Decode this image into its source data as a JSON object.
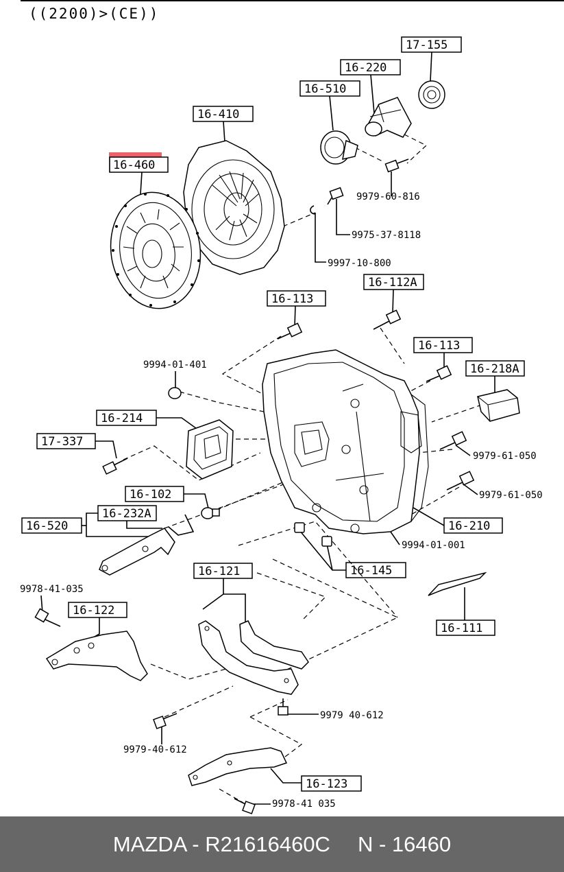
{
  "header": {
    "code": "((2200)>(CE))"
  },
  "highlight_color": "#e8474e",
  "labels": {
    "l17_155": "17-155",
    "l16_220": "16-220",
    "l16_510": "16-510",
    "l16_410": "16-410",
    "l16_460": "16-460",
    "n9979_60_816": "9979-60-816",
    "n9975_37_8118": "9975-37-8118",
    "n9997_10_800": "9997-10-800",
    "l16_112A": "16-112A",
    "l16_113a": "16-113",
    "l16_113b": "16-113",
    "n9994_01_401": "9994-01-401",
    "l16_218A": "16-218A",
    "l16_214": "16-214",
    "l17_337": "17-337",
    "n9979_61_050a": "9979-61-050",
    "n9979_61_050b": "9979-61-050",
    "l16_102": "16-102",
    "l16_232A": "16-232A",
    "l16_520": "16-520",
    "l16_210": "16-210",
    "n9994_01_001": "9994-01-001",
    "l16_145": "16-145",
    "l16_121": "16-121",
    "n9978_41_035a": "9978-41-035",
    "l16_122": "16-122",
    "l16_111": "16-111",
    "n9979_40_612a": "9979 40-612",
    "n9979_40_612b": "9979-40-612",
    "l16_123": "16-123",
    "n9978_41_035b": "9978-41 035"
  },
  "footer": {
    "brand_part": "MAZDA - R21616460C",
    "number": "N - 16460"
  }
}
